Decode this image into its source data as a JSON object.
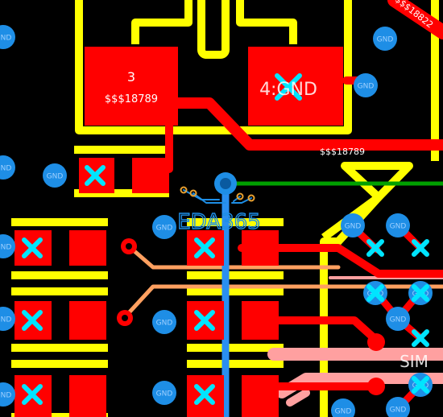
{
  "colors": {
    "background": "#000000",
    "copper_top": "#ff0000",
    "silkscreen": "#ffff00",
    "via_ring": "#1e8ee6",
    "via_text": "#9fd0ff",
    "trace_orange": "#ffa060",
    "trace_pink": "#ffa0a0",
    "trace_green": "#00a000",
    "trace_blue": "#2a8ff0",
    "marker": "#00e5ff",
    "label_silk": "#1e8ee6"
  },
  "labels": {
    "pad3": "3",
    "pad3_net": "$$$18789",
    "pad4": "4:GND",
    "trace_net": "$$$18789",
    "corner_net": "$$$18822",
    "component": "EDA365",
    "silk_sim": "SIM",
    "gnd": "GND"
  },
  "icons": {
    "no_connect": "x-marker-icon",
    "via": "via-icon"
  }
}
